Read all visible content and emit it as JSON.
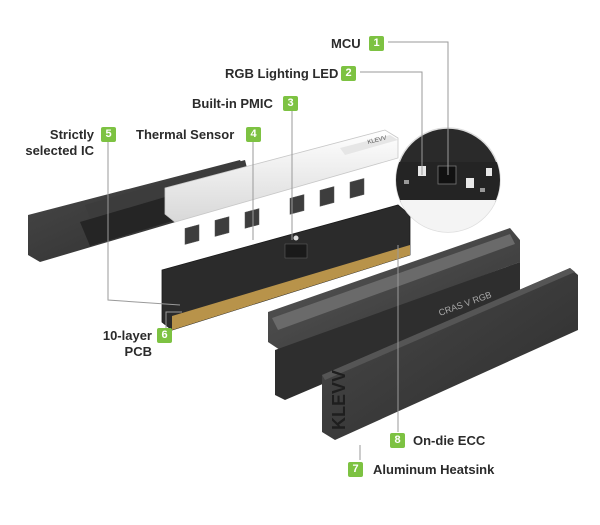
{
  "callouts": [
    {
      "num": "1",
      "label": "MCU"
    },
    {
      "num": "2",
      "label": "RGB Lighting LED"
    },
    {
      "num": "3",
      "label": "Built-in PMIC"
    },
    {
      "num": "4",
      "label": "Thermal Sensor"
    },
    {
      "num": "5",
      "label": "Strictly selected IC"
    },
    {
      "num": "6",
      "label": "10-layer PCB"
    },
    {
      "num": "7",
      "label": "Aluminum Heatsink"
    },
    {
      "num": "8",
      "label": "On-die ECC"
    }
  ],
  "product_text": {
    "heatsink_model": "CRAS V RGB",
    "brand_logo": "KLEVV",
    "light_bar_text": "KLEVV"
  },
  "colors": {
    "accent": "#7dc242",
    "line": "#9a9a9a",
    "label_text": "#2b2b2b",
    "heatsink": "#3a3a3a",
    "light_bar": "#f2f2f2",
    "pcb": "#2a2a2a"
  }
}
